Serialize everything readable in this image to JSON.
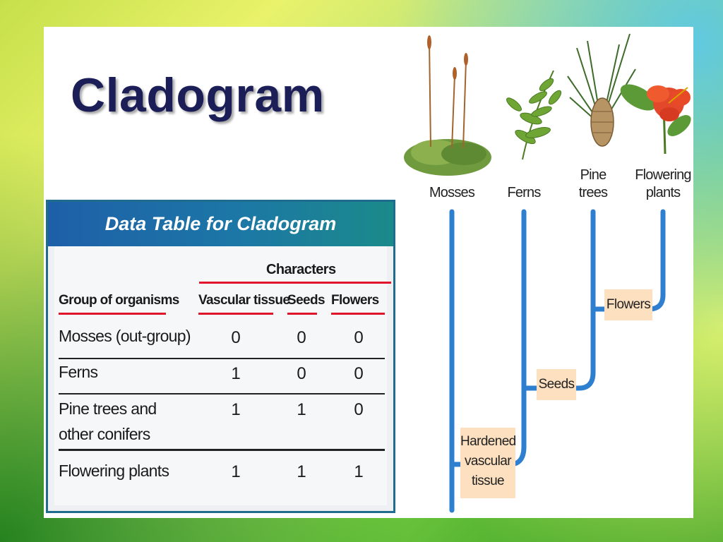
{
  "title": "Cladogram",
  "data_table": {
    "heading": "Data Table for Cladogram",
    "characters_label": "Characters",
    "columns": [
      "Group of organisms",
      "Vascular tissue",
      "Seeds",
      "Flowers"
    ],
    "rows": [
      {
        "name": "Mosses (out-group)",
        "values": [
          "0",
          "0",
          "0"
        ]
      },
      {
        "name": "Ferns",
        "values": [
          "1",
          "0",
          "0"
        ]
      },
      {
        "name_line1": "Pine trees and",
        "name_line2": "other conifers",
        "values": [
          "1",
          "1",
          "0"
        ]
      },
      {
        "name": "Flowering plants",
        "values": [
          "1",
          "1",
          "1"
        ]
      }
    ]
  },
  "cladogram": {
    "taxa": [
      {
        "line1": "Mosses",
        "line2": ""
      },
      {
        "line1": "Ferns",
        "line2": ""
      },
      {
        "line1": "Pine",
        "line2": "trees"
      },
      {
        "line1": "Flowering",
        "line2": "plants"
      }
    ],
    "traits": [
      {
        "line1": "Hardened",
        "line2": "vascular",
        "line3": "tissue"
      },
      {
        "line1": "Seeds"
      },
      {
        "line1": "Flowers"
      }
    ],
    "line_color": "#2f7fd0",
    "trait_box_color": "#fde0c0"
  }
}
